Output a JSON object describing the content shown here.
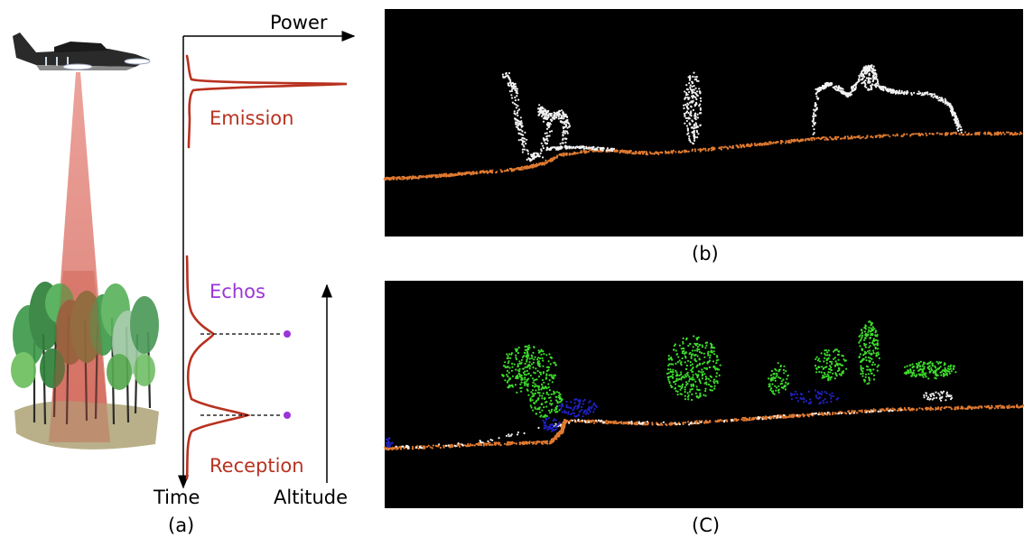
{
  "panel_a": {
    "caption": "(a)",
    "power_label": "Power",
    "time_label": "Time",
    "altitude_label": "Altitude",
    "emission_label": "Emission",
    "echos_label": "Echos",
    "reception_label": "Reception"
  },
  "panel_b": {
    "caption": "(b)"
  },
  "panel_c": {
    "caption": "(C)"
  },
  "colors": {
    "waveform": "#b83220",
    "echo_dot": "#9b35d8",
    "beam": "#d9685a",
    "ground_points": "#e07a30",
    "white_points": "#f2f2f2",
    "green_points": "#3ddc2c",
    "blue_points": "#2222cc",
    "panel_bg": "#000000",
    "ground_patch": "#b9b08a"
  },
  "icons": {
    "aircraft": "airplane-icon",
    "trees": "forest-icon"
  }
}
